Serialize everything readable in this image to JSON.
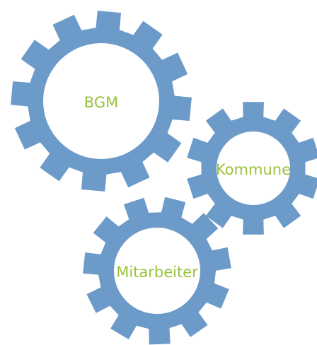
{
  "diagram": {
    "gears": [
      {
        "id": "bgm",
        "label": "BGM"
      },
      {
        "id": "kommune",
        "label": "Kommune"
      },
      {
        "id": "mitarbeiter",
        "label": "Mitarbeiter"
      }
    ],
    "colors": {
      "gear": "#6d9bc9",
      "label": "#9ac33c",
      "background": "#ffffff"
    }
  }
}
